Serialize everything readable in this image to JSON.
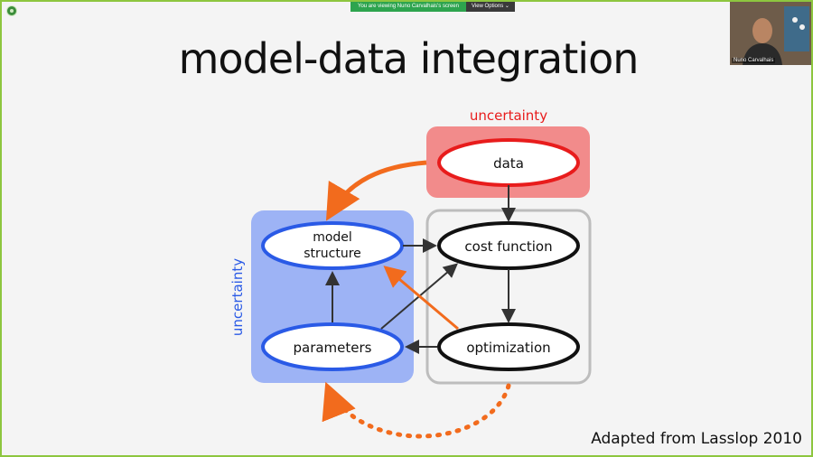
{
  "share": {
    "text": "You are viewing Nuno Carvalhais's screen",
    "view_options": "View Options"
  },
  "participant": {
    "name": "Nuno Carvalhais"
  },
  "slide": {
    "title": "model-data integration",
    "credit": "Adapted from Lasslop 2010",
    "nodes": {
      "data": "data",
      "model_structure_1": "model",
      "model_structure_2": "structure",
      "cost_function": "cost function",
      "parameters": "parameters",
      "optimization": "optimization"
    },
    "uncertainty_top": "uncertainty",
    "uncertainty_left": "uncertainty"
  },
  "colors": {
    "red_box": "#f28b8b",
    "red_outline": "#e81c1c",
    "blue_box": "#9db3f5",
    "blue_outline": "#2a5ae6",
    "orange": "#f26b1d",
    "gray_box": "#bdbdbd"
  }
}
